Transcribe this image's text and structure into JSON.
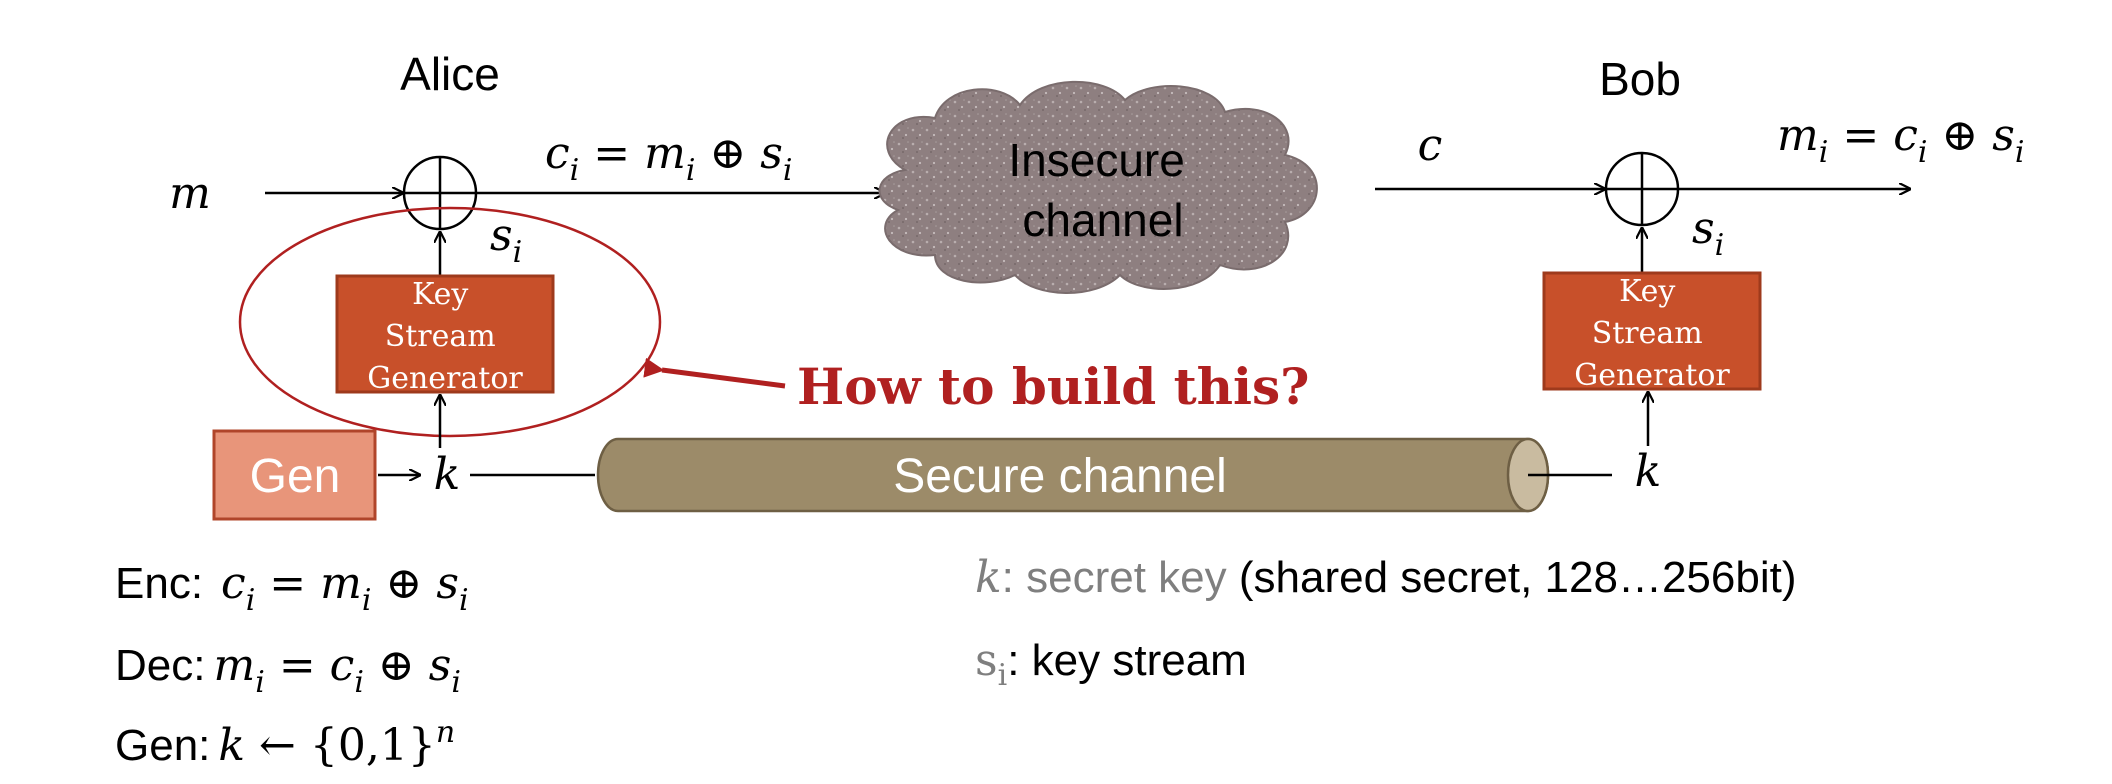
{
  "parties": {
    "alice": "Alice",
    "bob": "Bob"
  },
  "message_label": "m",
  "ciphertext_eq": {
    "c": "c",
    "c_sub": "i",
    "eq": " = ",
    "m": "m",
    "m_sub": "i",
    "op": " ⊕ ",
    "s": "s",
    "s_sub": "i"
  },
  "insecure_channel": [
    "Insecure",
    "channel"
  ],
  "bob_input": "c",
  "bob_output_eq": {
    "m": "m",
    "m_sub": "i",
    "eq": " = ",
    "c": "c",
    "c_sub": "i",
    "op": " ⊕ ",
    "s": "s",
    "s_sub": "i"
  },
  "keystream_label": {
    "s": "s",
    "sub": "i"
  },
  "ksg_label": [
    "Key",
    "Stream",
    "Generator"
  ],
  "gen_label": "Gen",
  "key_label": "k",
  "secure_channel": "Secure channel",
  "callout": "How to build this?",
  "definitions": {
    "enc": {
      "label": "Enc:",
      "c": "c",
      "c_sub": "i",
      "eq": " = ",
      "m": "m",
      "m_sub": "i",
      "op": " ⊕ ",
      "s": "s",
      "s_sub": "i"
    },
    "dec": {
      "label": "Dec:",
      "m": "m",
      "m_sub": "i",
      "eq": " = ",
      "c": "c",
      "c_sub": "i",
      "op": " ⊕ ",
      "s": "s",
      "s_sub": "i"
    },
    "gen": {
      "label": "Gen:",
      "k": "k",
      "arrow": " ← ",
      "set": "{0,1}",
      "sup": "n"
    }
  },
  "legend": {
    "k_sym": "k",
    "k_term": ": secret key",
    "k_note": " (shared secret, 128…256bit)",
    "s_sym": "s",
    "s_sub": "i",
    "s_term": ": key stream"
  },
  "colors": {
    "ksg_fill": "#C8502A",
    "gen_fill": "#E8957A",
    "cloud_fill": "#8E7F80",
    "pipe_fill": "#9C8B69",
    "pipe_end": "#C9BBA0",
    "callout": "#B02020",
    "gray_text": "#7F7F7F"
  }
}
